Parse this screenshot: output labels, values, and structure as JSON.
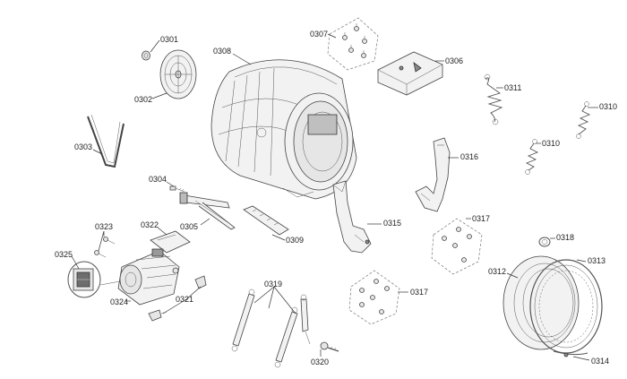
{
  "labels": {
    "p0301": "0301",
    "p0302": "0302",
    "p0303": "0303",
    "p0304": "0304",
    "p0305": "0305",
    "p0306": "0306",
    "p0307": "0307",
    "p0308": "0308",
    "p0309": "0309",
    "p0310a": "0310",
    "p0310b": "0310",
    "p0311": "0311",
    "p0312": "0312",
    "p0313": "0313",
    "p0314": "0314",
    "p0315": "0315",
    "p0316": "0316",
    "p0317a": "0317",
    "p0317b": "0317",
    "p0318": "0318",
    "p0319": "0319",
    "p0320": "0320",
    "p0321": "0321",
    "p0322": "0322",
    "p0323": "0323",
    "p0324": "0324",
    "p0325": "0325"
  }
}
